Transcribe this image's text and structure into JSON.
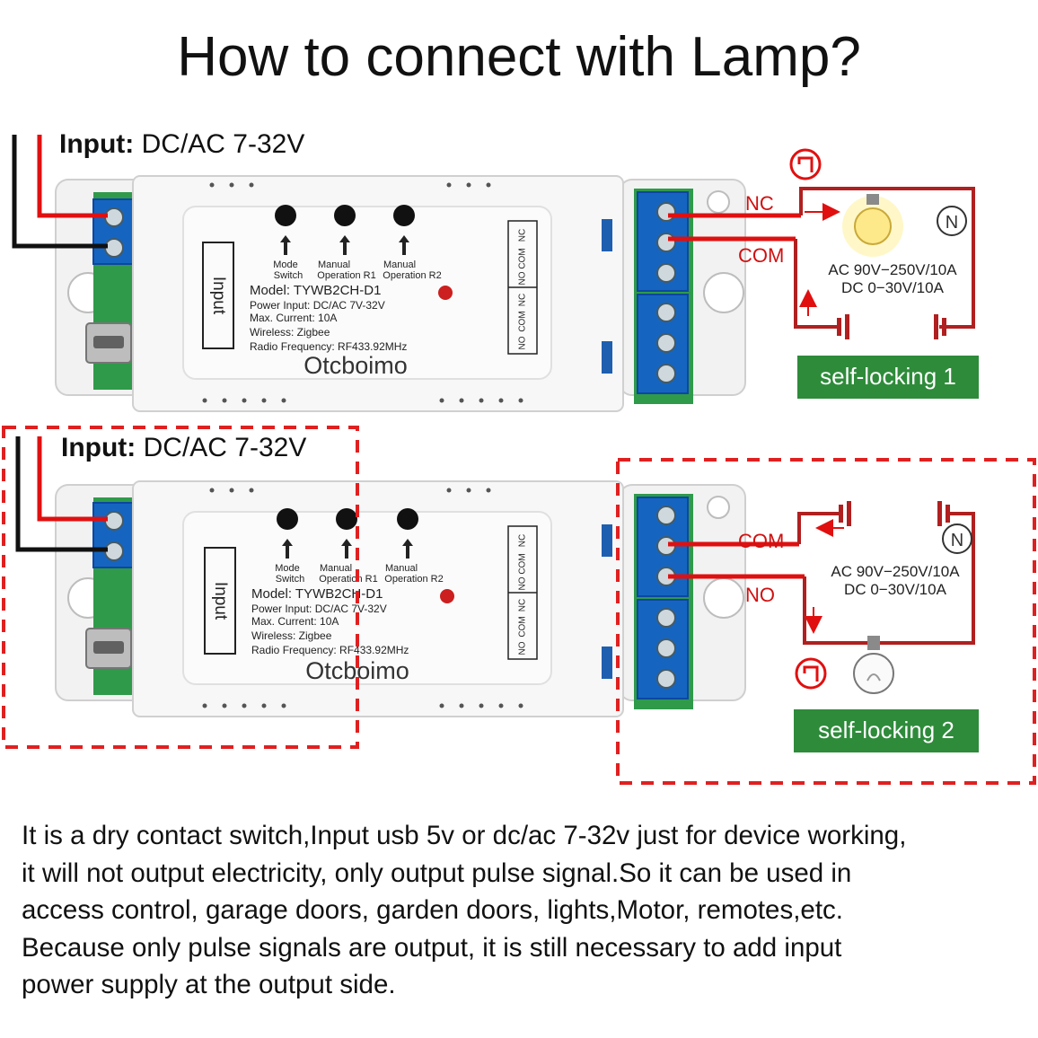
{
  "title": "How to connect with Lamp?",
  "input_label": {
    "bold": "Input:",
    "value": " DC/AC 7-32V"
  },
  "device": {
    "input_tag": "Input",
    "buttons": [
      {
        "line1": "Mode",
        "line2": "Switch"
      },
      {
        "line1": "Manual",
        "line2": "Operation R1"
      },
      {
        "line1": "Manual",
        "line2": "Operation R2"
      }
    ],
    "model": "Model:  TYWB2CH-D1",
    "power_input": "Power Input:  DC/AC 7V-32V",
    "max_current": "Max. Current:  10A",
    "wireless": "Wireless:  Zigbee",
    "radio_frequency": "Radio Frequency:  RF433.92MHz",
    "brand": "Otcboimo",
    "terminal_labels": [
      "NC",
      "COM",
      "NO",
      "NC",
      "COM",
      "NO"
    ]
  },
  "circuit1": {
    "nc": "NC",
    "com": "COM",
    "spec_ac": "AC 90V−250V/10A",
    "spec_dc": "DC 0−30V/10A",
    "badge": "self-locking 1"
  },
  "circuit2": {
    "com": "COM",
    "no": "NO",
    "spec_ac": "AC 90V−250V/10A",
    "spec_dc": "DC 0−30V/10A",
    "badge": "self-locking 2"
  },
  "description": [
    "It is a dry contact switch,Input usb 5v or dc/ac 7-32v just for device working,",
    "it will not output electricity, only output pulse signal.So it can be used in",
    "access control, garage doors, garden doors, lights,Motor, remotes,etc.",
    "Because only pulse signals are output, it is still necessary to add input",
    "power supply at the output side."
  ],
  "colors": {
    "wire_red": "#e01010",
    "wire_black": "#111111",
    "circuit_line": "#b02020",
    "badge_green": "#2e8b3a",
    "terminal_blue": "#1565c0",
    "pcb_green": "#2f9a4a",
    "dashed_red": "#e02020"
  }
}
